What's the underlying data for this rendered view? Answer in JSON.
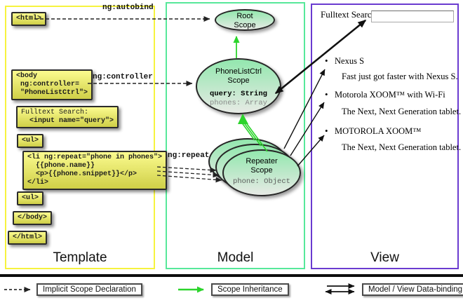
{
  "colors": {
    "template_border": "#f6f33e",
    "model_border": "#57e89a",
    "view_border": "#6a3bd0",
    "inheritance_green": "#2cd42c",
    "codebox_yellow_top": "#fbfb8f",
    "codebox_yellow_bottom": "#cfcf47",
    "ellipse_green_top": "#93e7ae",
    "ellipse_gray_bottom": "#e7eae5"
  },
  "template_panel": {
    "title": "Template",
    "boxes": {
      "html_open": "<html>",
      "body_open": "<body\n ng:controller=\n \"PhoneListCtrl\">",
      "fulltext_label": "Fulltext Search:",
      "fulltext_input": "  <input name=\"query\">",
      "ul_open": "<ul>",
      "li_repeat": "<li ng:repeat=\"phone in phones\">\n  {{phone.name}}\n  <p>{{phone.snippet}}</p>\n</li>",
      "ul_close": "<ul>",
      "body_close": "</body>",
      "html_close": "</html>"
    }
  },
  "directive_labels": {
    "autobind": "ng:autobind",
    "controller": "ng:controller",
    "repeat": "ng:repeat"
  },
  "model_panel": {
    "title": "Model",
    "root_scope": {
      "title": "Root\nScope"
    },
    "phonelist_scope": {
      "title": "PhoneListCtrl\nScope",
      "var_query": "query: String",
      "var_phones": "phones: Array"
    },
    "repeater_scope": {
      "title": "Repeater\nScope",
      "var_phone": "phone: Object"
    }
  },
  "view_panel": {
    "title": "View",
    "search_label": "Fulltext Search:",
    "search_value": "",
    "bullet": "•",
    "items": [
      {
        "name": "Nexus S",
        "desc": "Fast just got faster with Nexus S."
      },
      {
        "name": "Motorola XOOM™ with Wi-Fi",
        "desc": "The Next, Next Generation tablet."
      },
      {
        "name": "MOTOROLA XOOM™",
        "desc": "The Next, Next Generation tablet."
      }
    ]
  },
  "legend": {
    "implicit": "Implicit Scope Declaration",
    "inheritance": "Scope Inheritance",
    "databinding": "Model / View Data-binding"
  }
}
